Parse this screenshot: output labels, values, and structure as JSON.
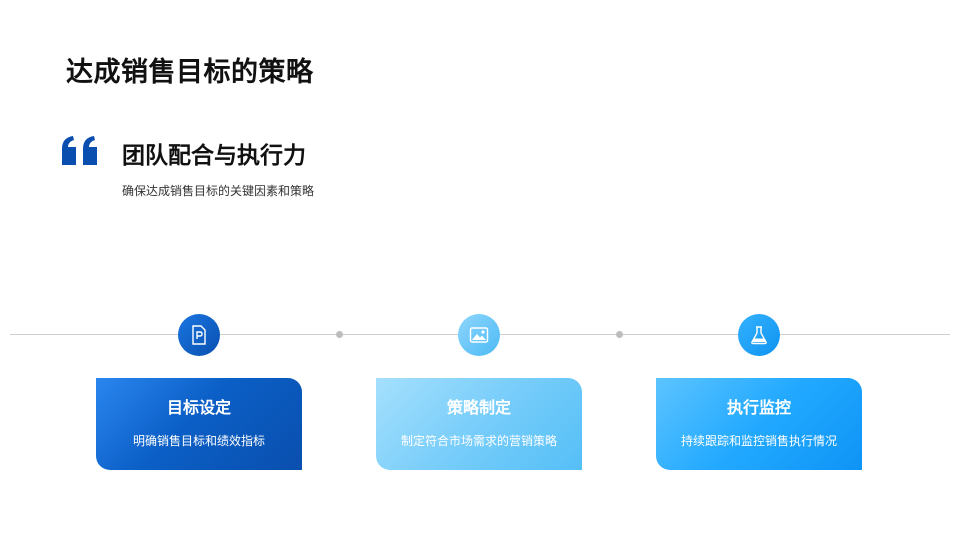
{
  "page": {
    "title": "达成销售目标的策略"
  },
  "quote": {
    "icon": "quote-icon",
    "heading": "团队配合与执行力",
    "description": "确保达成销售目标的关键因素和策略"
  },
  "colors": {
    "accent_dark": "#0a5ec8",
    "accent_light": "#8fd3fb",
    "accent_sky": "#1aa7ff",
    "line": "#cfcfcf"
  },
  "steps": [
    {
      "icon": "document-icon",
      "title": "目标设定",
      "text": "明确销售目标和绩效指标"
    },
    {
      "icon": "image-icon",
      "title": "策略制定",
      "text": "制定符合市场需求的营销策略"
    },
    {
      "icon": "flask-icon",
      "title": "执行监控",
      "text": "持续跟踪和监控销售执行情况"
    }
  ]
}
